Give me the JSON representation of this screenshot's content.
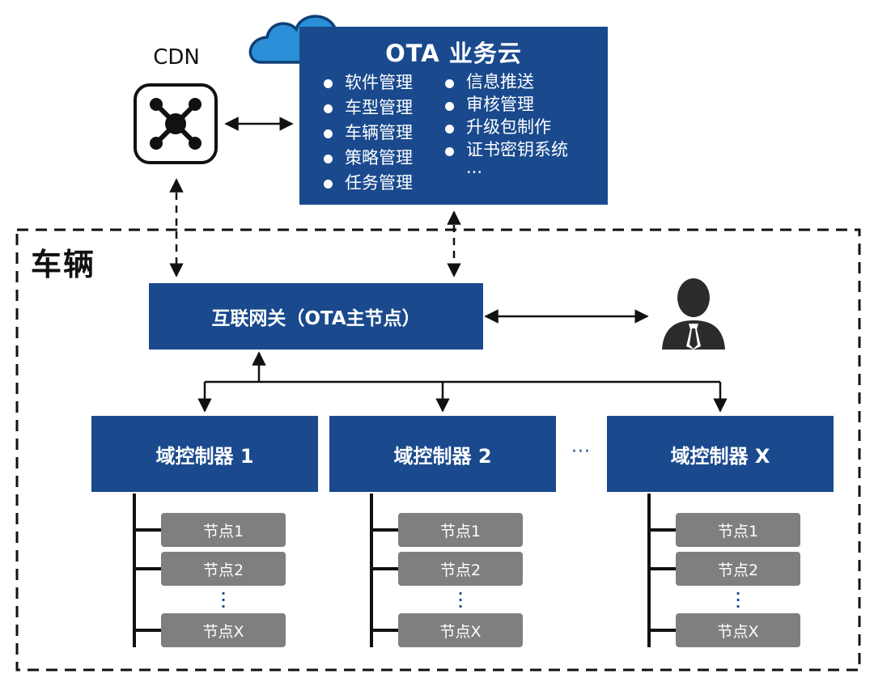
{
  "cdn": {
    "label": "CDN",
    "icon": "network-node-icon"
  },
  "ota_cloud": {
    "title": "OTA 业务云",
    "left_items": [
      "软件管理",
      "车型管理",
      "车辆管理",
      "策略管理",
      "任务管理"
    ],
    "right_items": [
      "信息推送",
      "审核管理",
      "升级包制作",
      "证书密钥系统",
      "···"
    ]
  },
  "vehicle": {
    "label": "车辆"
  },
  "gateway": {
    "label": "互联网关（OTA主节点）"
  },
  "domains": [
    {
      "label": "域控制器 1",
      "nodes": [
        "节点1",
        "节点2",
        "节点X"
      ]
    },
    {
      "label": "域控制器 2",
      "nodes": [
        "节点1",
        "节点2",
        "节点X"
      ]
    },
    {
      "label": "域控制器 X",
      "nodes": [
        "节点1",
        "节点2",
        "节点X"
      ]
    }
  ],
  "domain_ellipsis": "···",
  "colors": {
    "primary_blue": "#1a4a8d",
    "node_gray": "#7f7f7f",
    "cloud_blue": "#2a8fd6"
  }
}
